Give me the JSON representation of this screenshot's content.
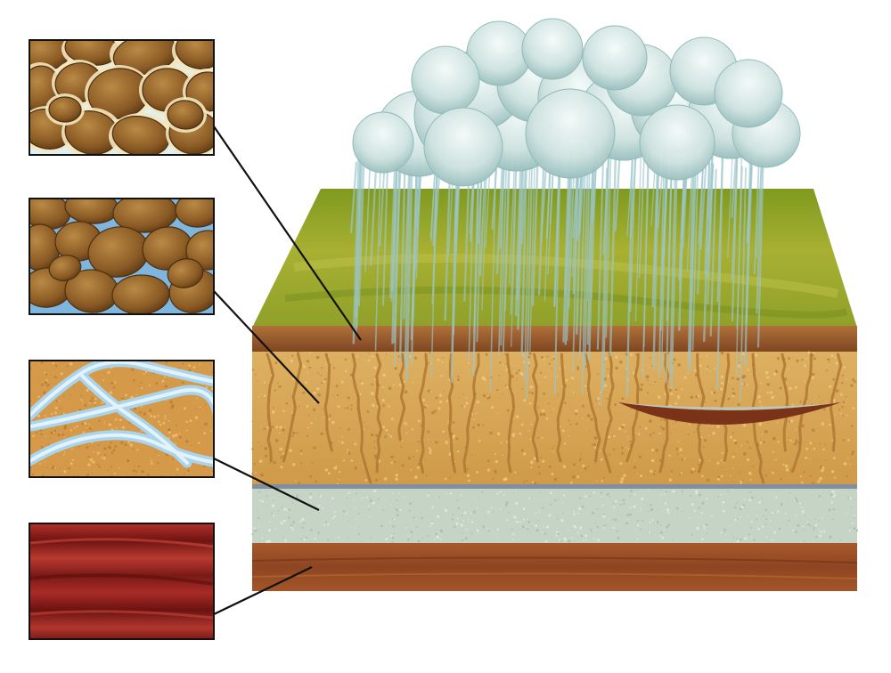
{
  "diagram": {
    "insets": [
      {
        "id": "aerated-soil",
        "icon": "air-filled-pores-icon",
        "pore_color": "#dff0f4"
      },
      {
        "id": "saturated-soil",
        "icon": "water-filled-pores-icon",
        "pore_color": "#7fb6e0"
      },
      {
        "id": "fractured-layer",
        "icon": "water-fractures-icon",
        "pore_color": "#a9d4ec"
      },
      {
        "id": "bedrock",
        "icon": "solid-bedrock-icon",
        "pore_color": "#8e1d1b"
      }
    ],
    "layers": [
      {
        "id": "grass-surface",
        "color": "#9aa52a"
      },
      {
        "id": "topsoil",
        "color": "#9a5a2a"
      },
      {
        "id": "unsaturated-zone",
        "color": "#d7a552"
      },
      {
        "id": "aquitard",
        "color": "#c3d2c4"
      },
      {
        "id": "bedrock",
        "color": "#9c5028"
      }
    ],
    "colors": {
      "cloud": "#cfe3e1",
      "rain": "#9cc6cc",
      "stone": "#8a5a24",
      "stone_light": "#b98a45",
      "leader_line": "#111111"
    }
  }
}
